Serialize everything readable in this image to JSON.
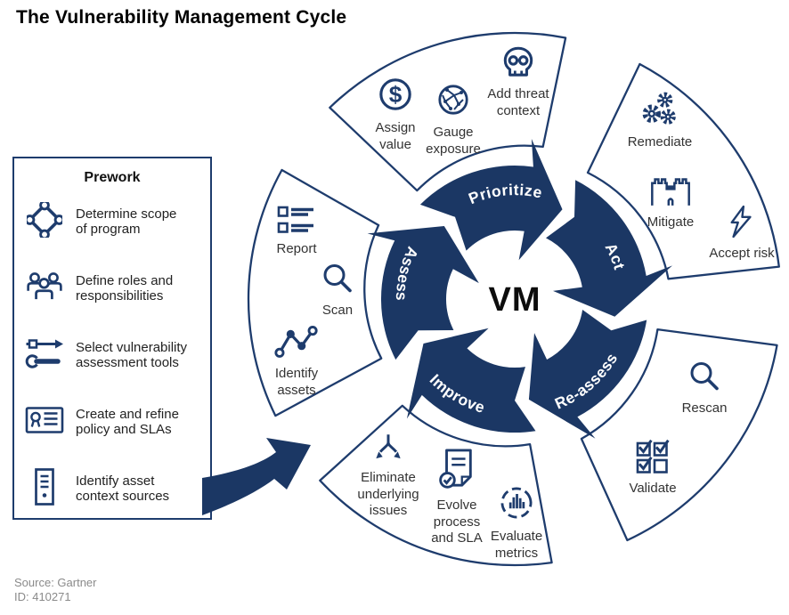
{
  "title": "The Vulnerability Management Cycle",
  "center_label": "VM",
  "colors": {
    "navy": "#1b3764",
    "border": "#1e3c6d",
    "text": "#333333",
    "muted": "#8a8a8a",
    "petal_fill": "#ffffff",
    "ring_text": "#ffffff"
  },
  "prework": {
    "title": "Prework",
    "items": [
      {
        "icon": "network-icon",
        "label": "Determine scope\nof program"
      },
      {
        "icon": "people-icon",
        "label": "Define roles and\nresponsibilities"
      },
      {
        "icon": "tools-icon",
        "label": "Select vulnerability\nassessment tools"
      },
      {
        "icon": "policy-card-icon",
        "label": "Create and refine\npolicy and SLAs"
      },
      {
        "icon": "server-icon",
        "label": "Identify asset\ncontext sources"
      }
    ]
  },
  "cycle": {
    "stages": [
      {
        "name": "Prioritize",
        "items": [
          {
            "icon": "dollar-icon",
            "label": "Assign\nvalue"
          },
          {
            "icon": "globe-icon",
            "label": "Gauge\nexposure"
          },
          {
            "icon": "skull-icon",
            "label": "Add threat\ncontext"
          }
        ]
      },
      {
        "name": "Act",
        "items": [
          {
            "icon": "gears-icon",
            "label": "Remediate"
          },
          {
            "icon": "castle-icon",
            "label": "Mitigate"
          },
          {
            "icon": "bolt-icon",
            "label": "Accept risk"
          }
        ]
      },
      {
        "name": "Re-assess",
        "items": [
          {
            "icon": "magnifier-icon",
            "label": "Rescan"
          },
          {
            "icon": "checkboxes-icon",
            "label": "Validate"
          }
        ]
      },
      {
        "name": "Improve",
        "items": [
          {
            "icon": "branch-icon",
            "label": "Eliminate\nunderlying\nissues"
          },
          {
            "icon": "doc-check-icon",
            "label": "Evolve\nprocess\nand SLA"
          },
          {
            "icon": "chart-circle-icon",
            "label": "Evaluate\nmetrics"
          }
        ]
      },
      {
        "name": "Assess",
        "items": [
          {
            "icon": "report-icon",
            "label": "Report"
          },
          {
            "icon": "magnifier-icon",
            "label": "Scan"
          },
          {
            "icon": "nodes-icon",
            "label": "Identify\nassets"
          }
        ]
      }
    ]
  },
  "source": {
    "line1": "Source: Gartner",
    "line2": "ID: 410271"
  }
}
